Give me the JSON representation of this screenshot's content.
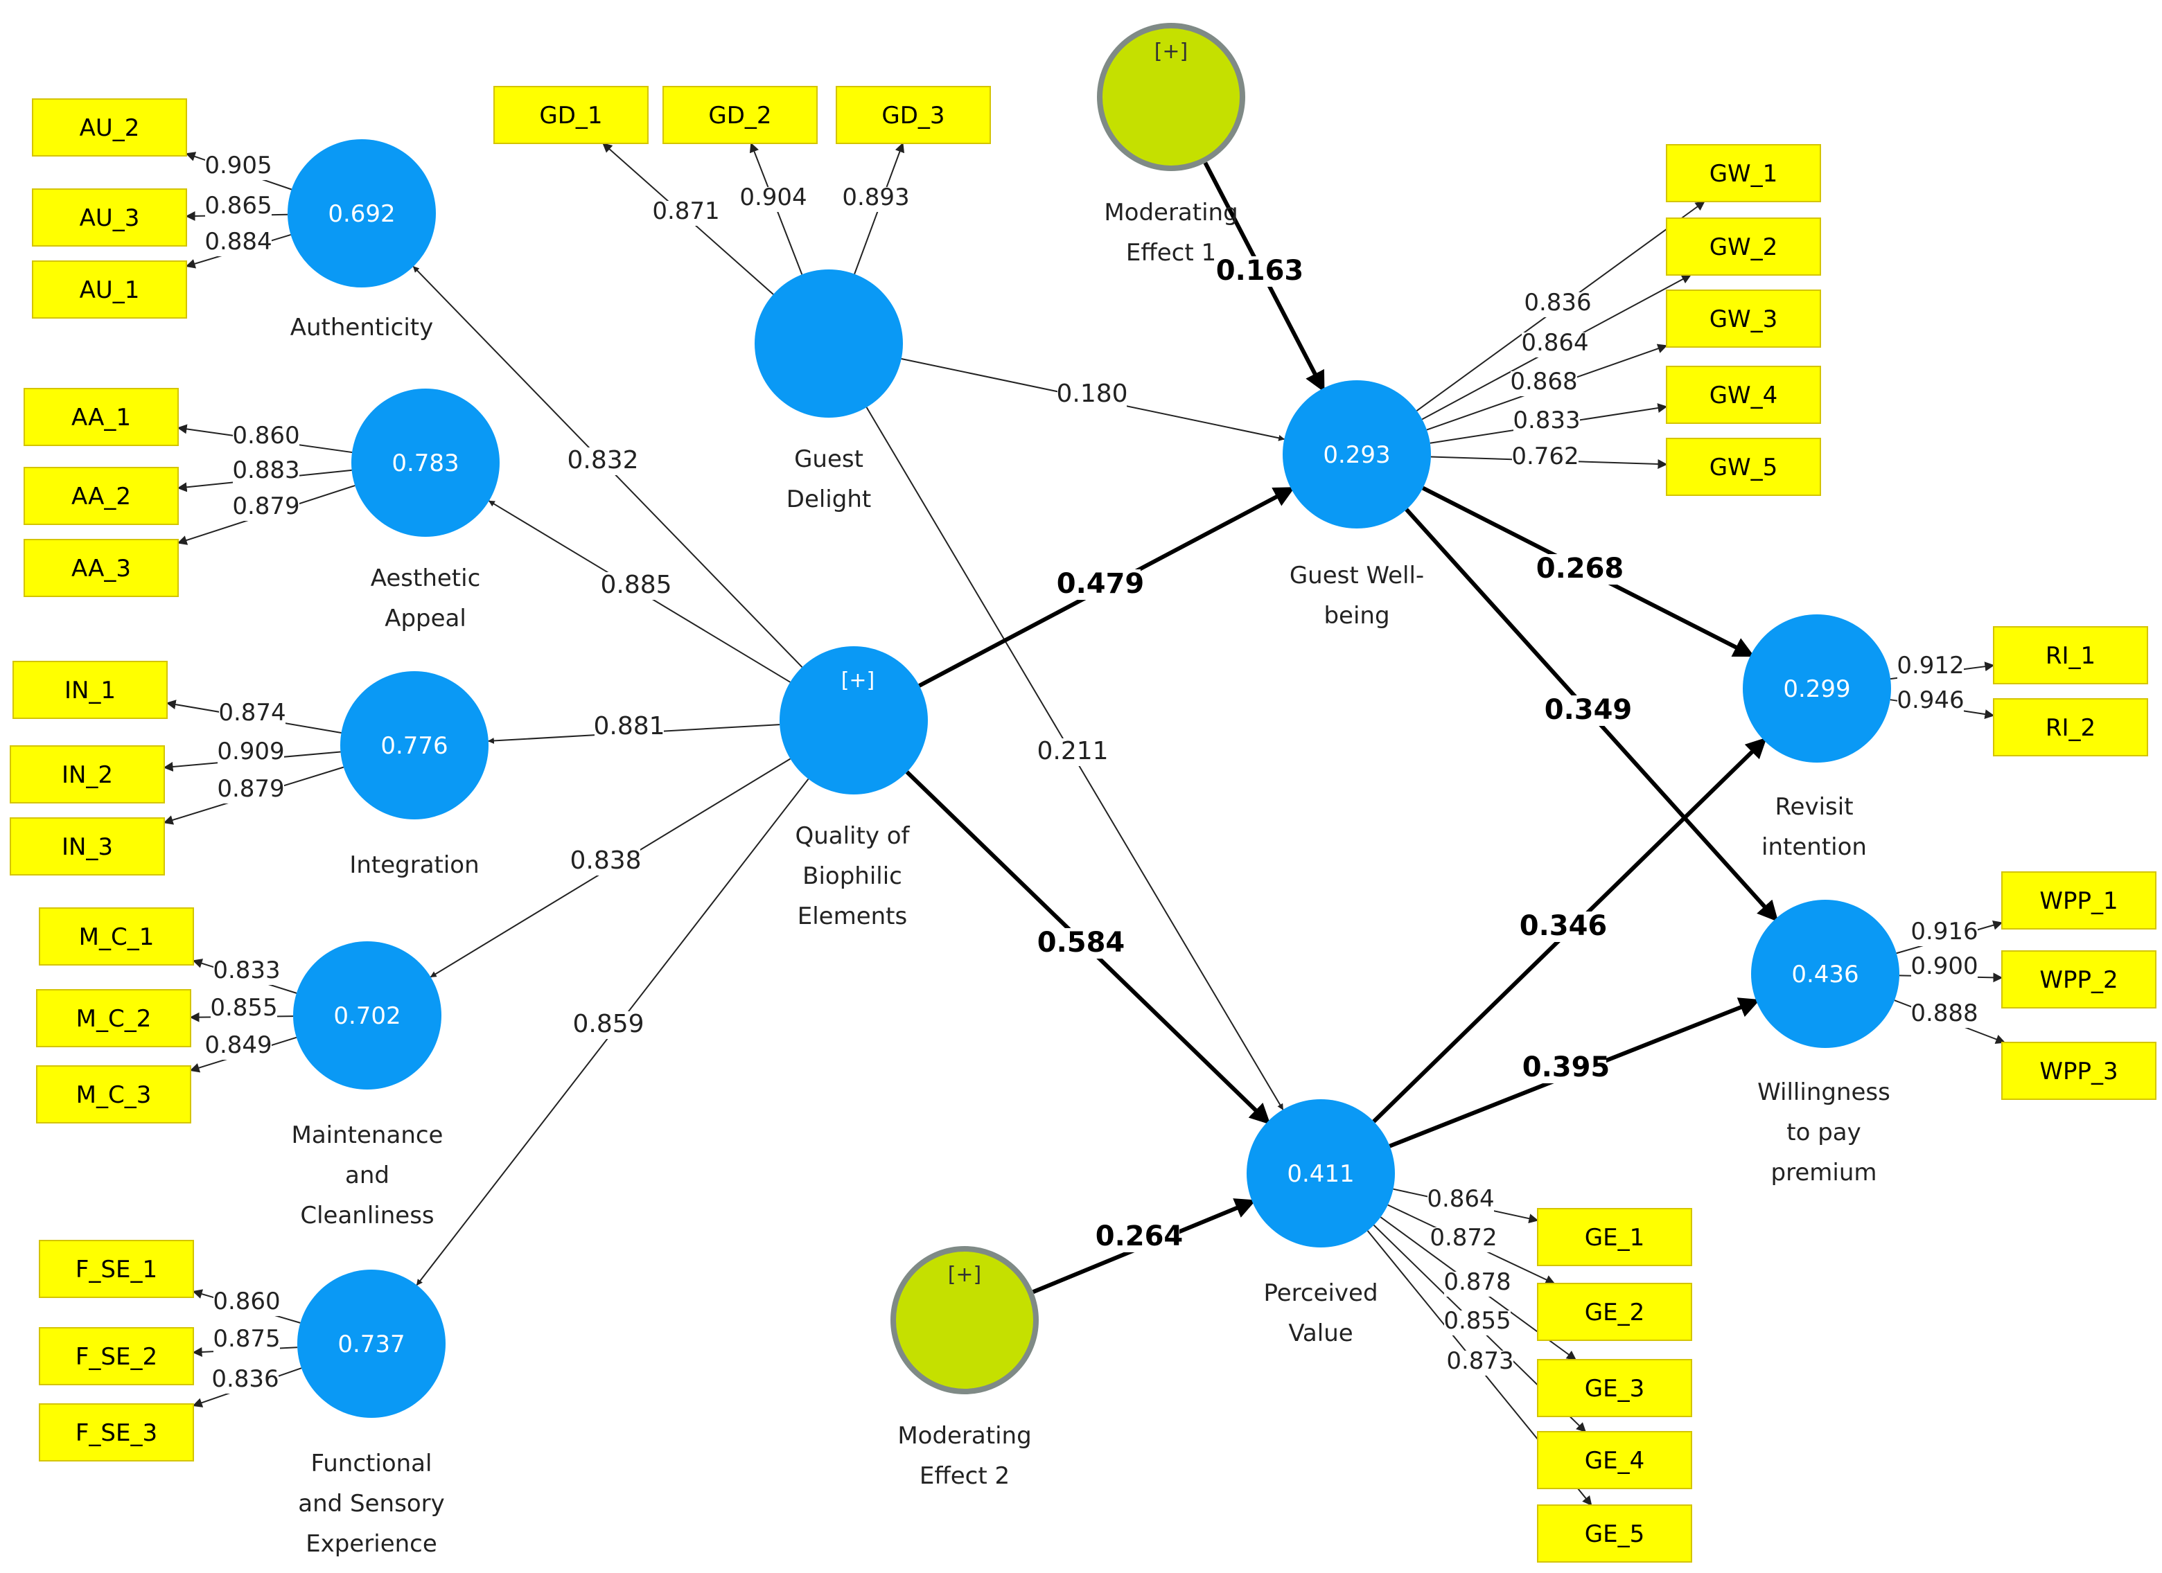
{
  "latent_variables": [
    {
      "id": "AU",
      "name_lines": [
        "Authenticity"
      ],
      "value": "0.692"
    },
    {
      "id": "AA",
      "name_lines": [
        "Aesthetic",
        "Appeal"
      ],
      "value": "0.783"
    },
    {
      "id": "IN",
      "name_lines": [
        "Integration"
      ],
      "value": "0.776"
    },
    {
      "id": "MC",
      "name_lines": [
        "Maintenance",
        "and",
        "Cleanliness"
      ],
      "value": "0.702"
    },
    {
      "id": "FSE",
      "name_lines": [
        "Functional",
        "and Sensory",
        "Experience"
      ],
      "value": "0.737"
    },
    {
      "id": "GD",
      "name_lines": [
        "Guest",
        "Delight"
      ],
      "value": ""
    },
    {
      "id": "QBE",
      "name_lines": [
        "Quality of",
        "Biophilic",
        "Elements"
      ],
      "value": "",
      "expand": "[+]"
    },
    {
      "id": "GW",
      "name_lines": [
        "Guest Well-",
        "being"
      ],
      "value": "0.293"
    },
    {
      "id": "PV",
      "name_lines": [
        "Perceived",
        "Value"
      ],
      "value": "0.411"
    },
    {
      "id": "RI",
      "name_lines": [
        "Revisit",
        "intention"
      ],
      "value": "0.299"
    },
    {
      "id": "WPP",
      "name_lines": [
        "Willingness",
        "to pay",
        "premium"
      ],
      "value": "0.436"
    }
  ],
  "moderators": [
    {
      "id": "ME1",
      "name_lines": [
        "Moderating",
        "Effect 1"
      ],
      "expand": "[+]"
    },
    {
      "id": "ME2",
      "name_lines": [
        "Moderating",
        "Effect 2"
      ],
      "expand": "[+]"
    }
  ],
  "indicators": [
    {
      "label": "AU_2",
      "construct": "AU",
      "loading": "0.905"
    },
    {
      "label": "AU_3",
      "construct": "AU",
      "loading": "0.865"
    },
    {
      "label": "AU_1",
      "construct": "AU",
      "loading": "0.884"
    },
    {
      "label": "AA_1",
      "construct": "AA",
      "loading": "0.860"
    },
    {
      "label": "AA_2",
      "construct": "AA",
      "loading": "0.883"
    },
    {
      "label": "AA_3",
      "construct": "AA",
      "loading": "0.879"
    },
    {
      "label": "IN_1",
      "construct": "IN",
      "loading": "0.874"
    },
    {
      "label": "IN_2",
      "construct": "IN",
      "loading": "0.909"
    },
    {
      "label": "IN_3",
      "construct": "IN",
      "loading": "0.879"
    },
    {
      "label": "M_C_1",
      "construct": "MC",
      "loading": "0.833"
    },
    {
      "label": "M_C_2",
      "construct": "MC",
      "loading": "0.855"
    },
    {
      "label": "M_C_3",
      "construct": "MC",
      "loading": "0.849"
    },
    {
      "label": "F_SE_1",
      "construct": "FSE",
      "loading": "0.860"
    },
    {
      "label": "F_SE_2",
      "construct": "FSE",
      "loading": "0.875"
    },
    {
      "label": "F_SE_3",
      "construct": "FSE",
      "loading": "0.836"
    },
    {
      "label": "GD_1",
      "construct": "GD",
      "loading": "0.871"
    },
    {
      "label": "GD_2",
      "construct": "GD",
      "loading": "0.904"
    },
    {
      "label": "GD_3",
      "construct": "GD",
      "loading": "0.893"
    },
    {
      "label": "GW_1",
      "construct": "GW",
      "loading": "0.836"
    },
    {
      "label": "GW_2",
      "construct": "GW",
      "loading": "0.864"
    },
    {
      "label": "GW_3",
      "construct": "GW",
      "loading": "0.868"
    },
    {
      "label": "GW_4",
      "construct": "GW",
      "loading": "0.833"
    },
    {
      "label": "GW_5",
      "construct": "GW",
      "loading": "0.762"
    },
    {
      "label": "RI_1",
      "construct": "RI",
      "loading": "0.912"
    },
    {
      "label": "RI_2",
      "construct": "RI",
      "loading": "0.946"
    },
    {
      "label": "WPP_1",
      "construct": "WPP",
      "loading": "0.916"
    },
    {
      "label": "WPP_2",
      "construct": "WPP",
      "loading": "0.900"
    },
    {
      "label": "WPP_3",
      "construct": "WPP",
      "loading": "0.888"
    },
    {
      "label": "GE_1",
      "construct": "PV",
      "loading": "0.864"
    },
    {
      "label": "GE_2",
      "construct": "PV",
      "loading": "0.872"
    },
    {
      "label": "GE_3",
      "construct": "PV",
      "loading": "0.878"
    },
    {
      "label": "GE_4",
      "construct": "PV",
      "loading": "0.855"
    },
    {
      "label": "GE_5",
      "construct": "PV",
      "loading": "0.873"
    }
  ],
  "paths": [
    {
      "from": "QBE",
      "to": "AU",
      "coefficient": "0.832",
      "emphasis": "normal"
    },
    {
      "from": "QBE",
      "to": "AA",
      "coefficient": "0.885",
      "emphasis": "normal"
    },
    {
      "from": "QBE",
      "to": "IN",
      "coefficient": "0.881",
      "emphasis": "normal"
    },
    {
      "from": "QBE",
      "to": "MC",
      "coefficient": "0.838",
      "emphasis": "normal"
    },
    {
      "from": "QBE",
      "to": "FSE",
      "coefficient": "0.859",
      "emphasis": "normal"
    },
    {
      "from": "GD",
      "to": "GW",
      "coefficient": "0.180",
      "emphasis": "normal"
    },
    {
      "from": "GD",
      "to": "PV",
      "coefficient": "0.211",
      "emphasis": "normal"
    },
    {
      "from": "QBE",
      "to": "GW",
      "coefficient": "0.479",
      "emphasis": "bold"
    },
    {
      "from": "QBE",
      "to": "PV",
      "coefficient": "0.584",
      "emphasis": "bold"
    },
    {
      "from": "ME1",
      "to": "GW",
      "coefficient": "0.163",
      "emphasis": "bold"
    },
    {
      "from": "ME2",
      "to": "PV",
      "coefficient": "0.264",
      "emphasis": "bold"
    },
    {
      "from": "GW",
      "to": "RI",
      "coefficient": "0.268",
      "emphasis": "bold"
    },
    {
      "from": "GW",
      "to": "WPP",
      "coefficient": "0.349",
      "emphasis": "bold"
    },
    {
      "from": "PV",
      "to": "RI",
      "coefficient": "0.346",
      "emphasis": "bold"
    },
    {
      "from": "PV",
      "to": "WPP",
      "coefficient": "0.395",
      "emphasis": "bold"
    }
  ]
}
